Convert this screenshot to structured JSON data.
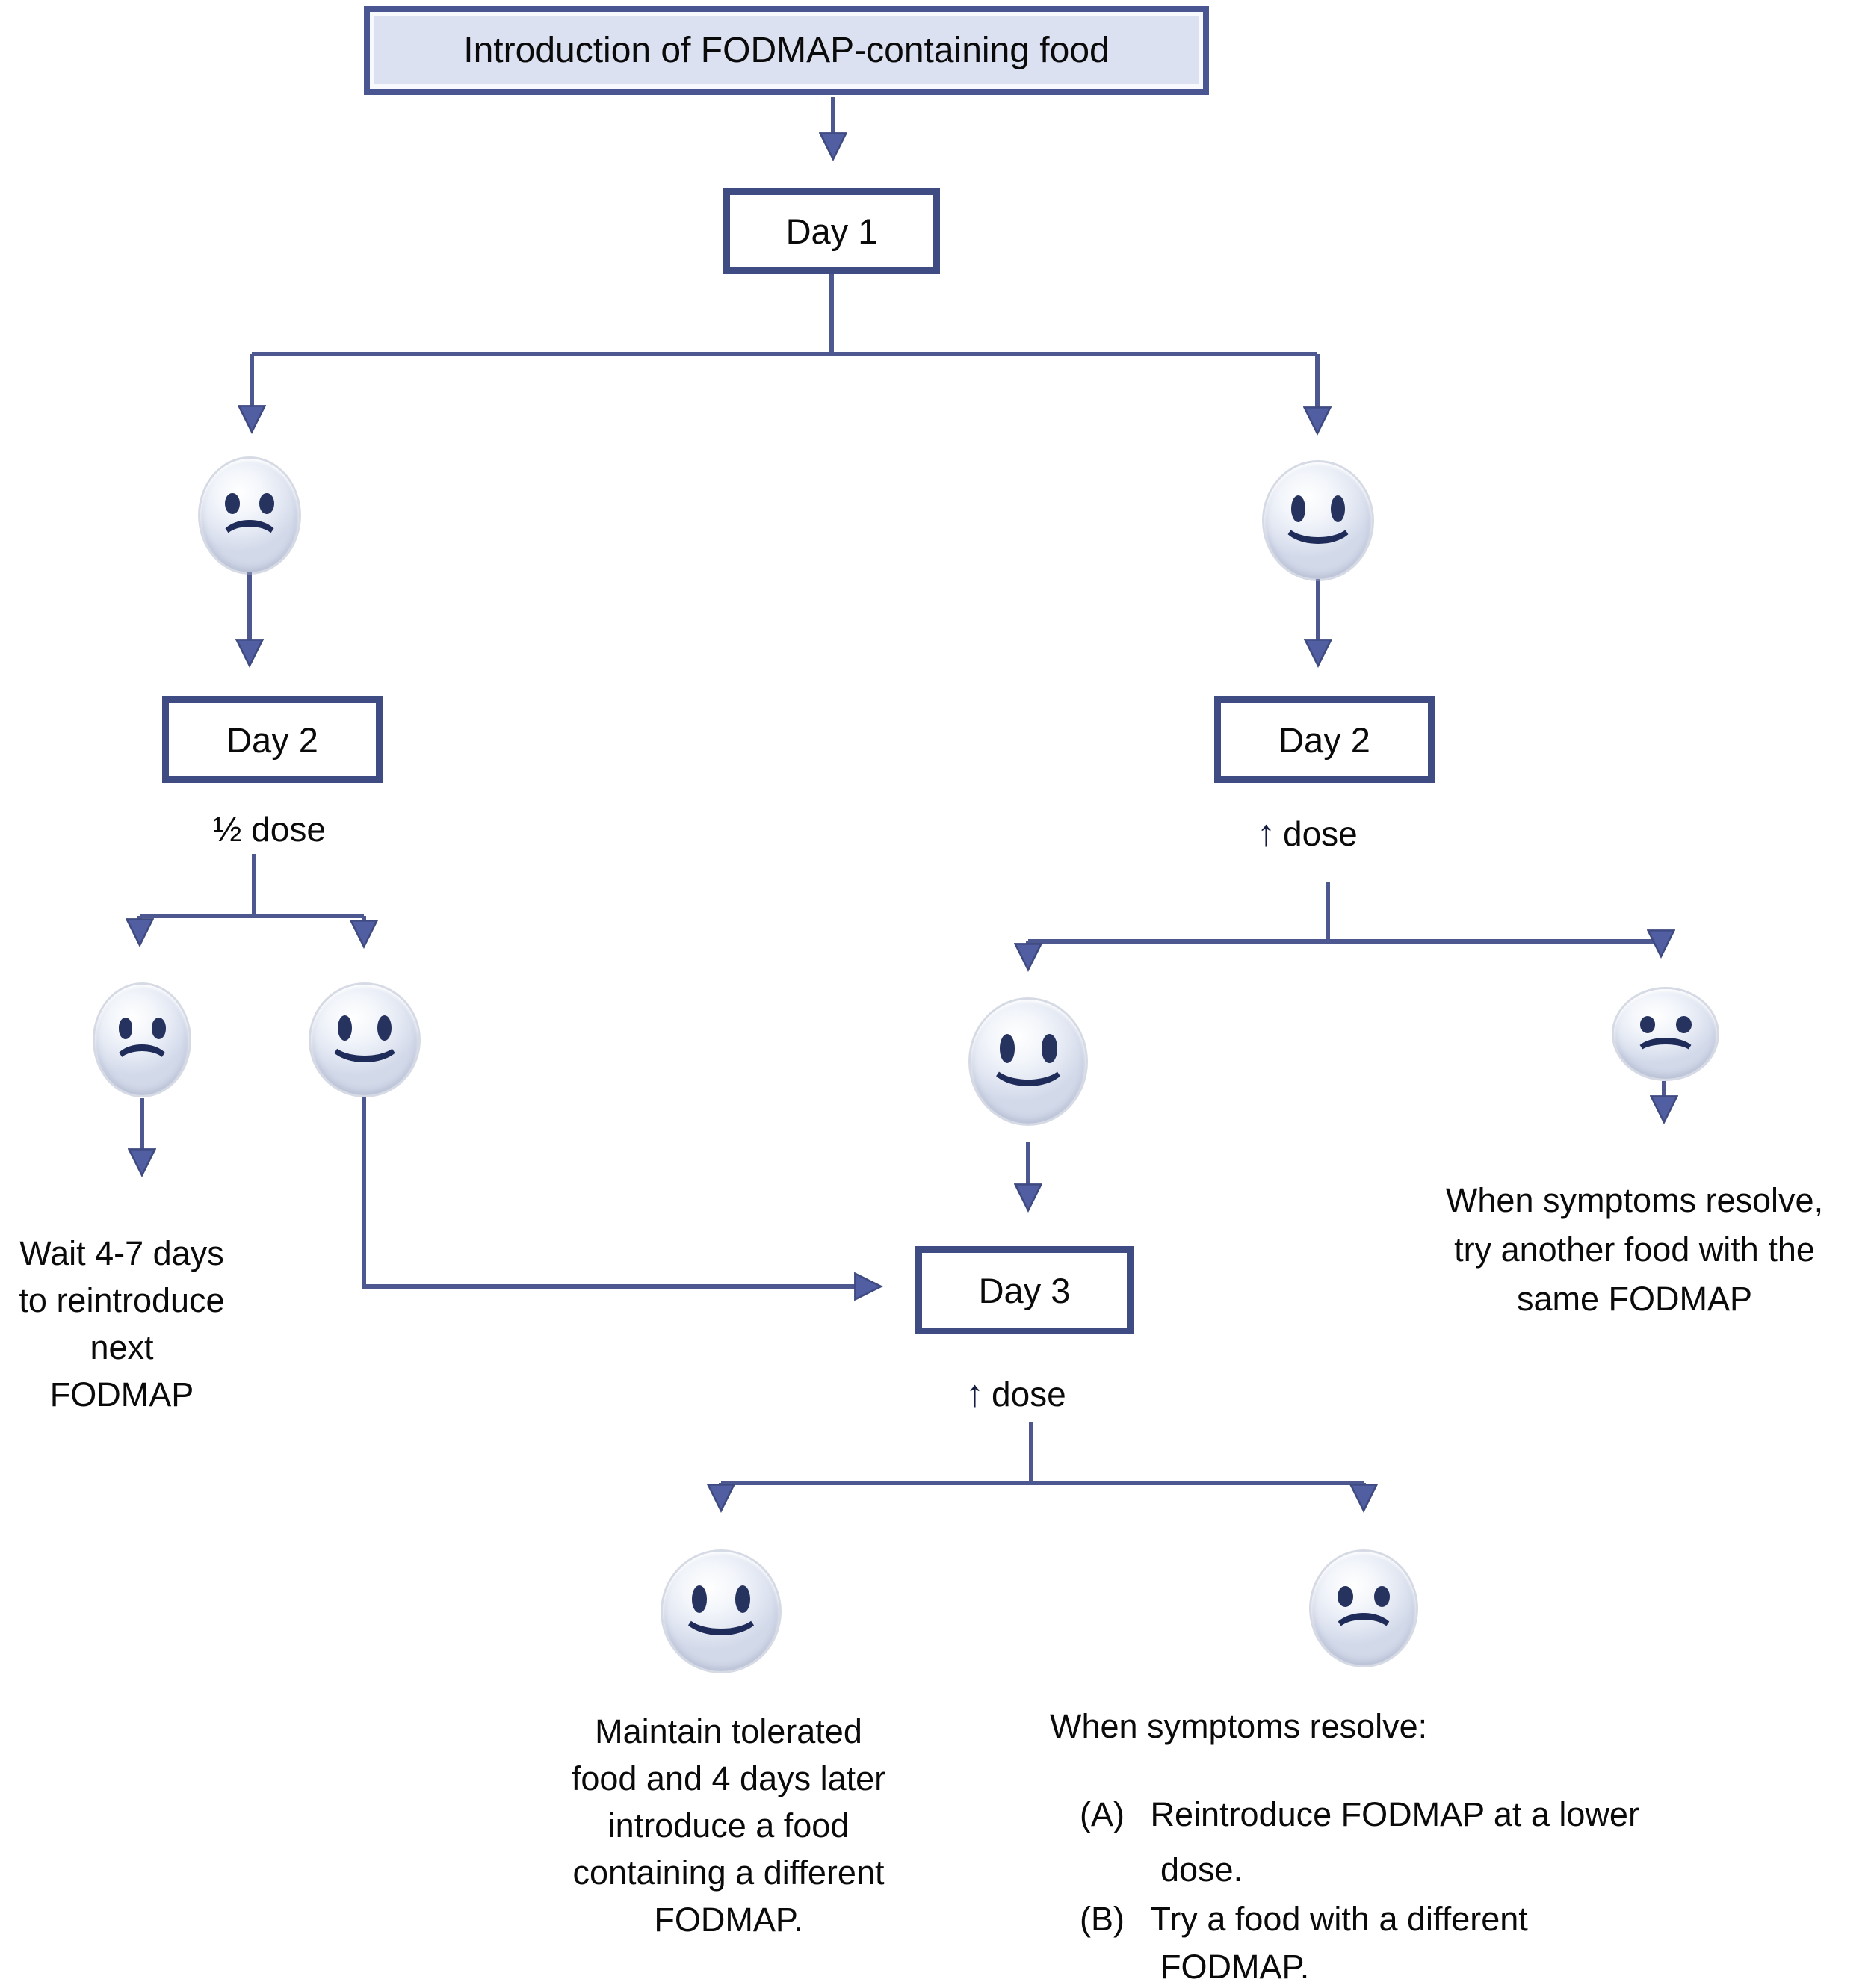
{
  "diagram": {
    "nodes": {
      "intro": "Introduction of FODMAP-containing food",
      "day1": "Day 1",
      "day2_left": "Day 2",
      "day2_right": "Day 2",
      "day3": "Day 3"
    },
    "dose_labels": {
      "half_dose": "½ dose",
      "up_arrow": "↑",
      "dose_word": "dose"
    },
    "outcomes": {
      "wait_lines": [
        "Wait 4-7 days",
        "to reintroduce",
        "next",
        "FODMAP"
      ],
      "same_fodmap_lines": [
        "When symptoms resolve,",
        "try another food with the",
        "same FODMAP"
      ],
      "maintain_lines": [
        "Maintain tolerated",
        "food and 4 days later",
        "introduce a food",
        "containing a different",
        "FODMAP."
      ],
      "resolve": {
        "heading": "When symptoms resolve:",
        "a_marker": "(A)",
        "a_line1": "Reintroduce FODMAP at a lower",
        "a_line2": "dose.",
        "b_marker": "(B)",
        "b_line1": "Try a food with a different",
        "b_line2": "FODMAP."
      }
    },
    "icons": {
      "happy_face": "smiley-face",
      "sad_face": "frowny-face"
    },
    "colors": {
      "connector": "#4d5890",
      "arrowhead": "#515ea1",
      "box_border": "#3e4c83",
      "intro_fill": "#dce1f2",
      "face_fill": "#e9edf6",
      "face_feature": "#27335f",
      "text": "#0a0a0a"
    }
  }
}
